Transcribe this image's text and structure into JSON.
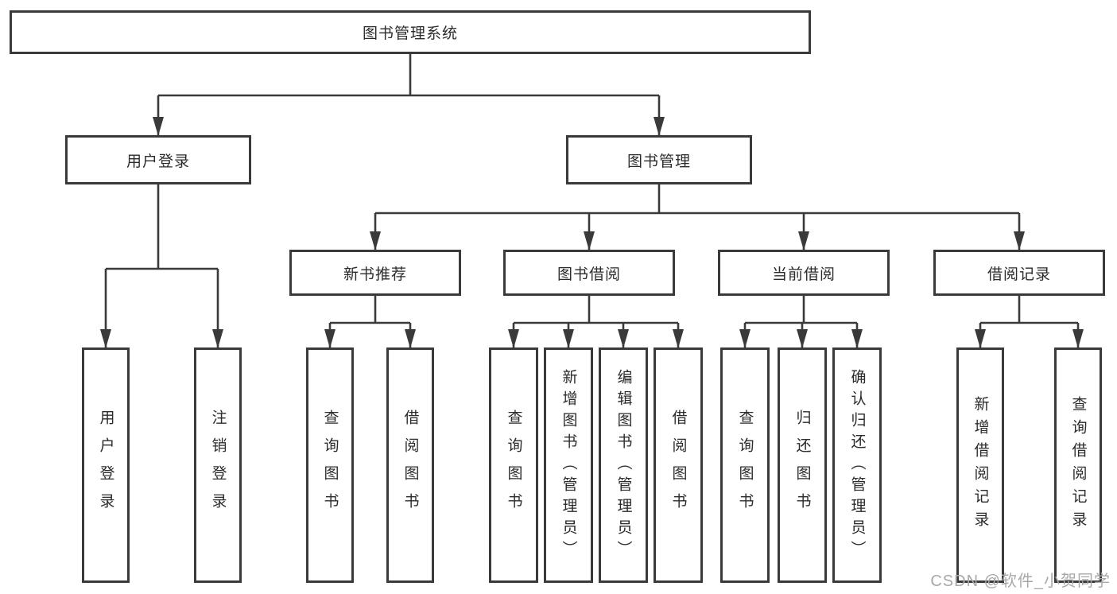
{
  "diagram": {
    "root": {
      "label": "图书管理系统"
    },
    "level2": [
      {
        "label": "用户登录"
      },
      {
        "label": "图书管理"
      }
    ],
    "level3": [
      {
        "label": "新书推荐"
      },
      {
        "label": "图书借阅"
      },
      {
        "label": "当前借阅"
      },
      {
        "label": "借阅记录"
      }
    ],
    "leaves": {
      "user_login": [
        "用户登录",
        "注销登录"
      ],
      "new_book": [
        "查询图书",
        "借阅图书"
      ],
      "borrow": [
        "查询图书",
        "新增图书（管理员）",
        "编辑图书（管理员）",
        "借阅图书"
      ],
      "current": [
        "查询图书",
        "归还图书",
        "确认归还（管理员）"
      ],
      "records": [
        "新增借阅记录",
        "查询借阅记录"
      ]
    }
  },
  "watermark": {
    "text": "CSDN @软件_小贺同学"
  },
  "colors": {
    "line": "#3a3a3a",
    "box_border": "#3a3a3a",
    "text": "#2b2b2b",
    "watermark": "#a8a8a8",
    "background": "#ffffff"
  }
}
